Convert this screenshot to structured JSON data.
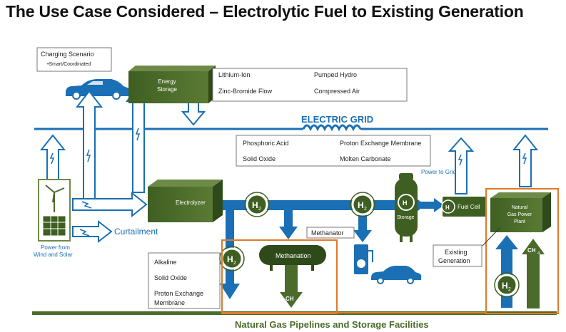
{
  "title": "The Use Case Considered – Electrolytic Fuel to Existing Generation",
  "charging": {
    "label": "Charging Scenario",
    "sub": "•Smart/Coordinated"
  },
  "energy_storage": {
    "line1": "Energy",
    "line2": "Storage"
  },
  "storage_options": [
    "Lithium-Ion",
    "Pumped Hydro",
    "Zinc-Bromide Flow",
    "Compressed Air"
  ],
  "electric_grid": "ELECTRIC GRID",
  "fuel_cell_types": [
    "Phosphoric Acid",
    "Proton Exchange Membrane",
    "Solid Oxide",
    "Molten Carbonate"
  ],
  "power_to_grid": "Power to Grid",
  "electrolyzer": "Electrolyzer",
  "electrolyzer_types": [
    "Alkaline",
    "Solid Oxide",
    "Proton Exchange",
    "Membrane"
  ],
  "curtailment": "Curtailment",
  "power_source": {
    "line1": "Power from",
    "line2": "Wind and Solar"
  },
  "h2": "H",
  "h2_sub": "2",
  "storage_tank": "Storage",
  "methanator": "Methanator",
  "methanation": "Methanation",
  "ch4": "CH",
  "ch4_sub": "4",
  "fuel_cell": "Fuel Cell",
  "gas_plant": {
    "line1": "Natural",
    "line2": "Gas Power",
    "line3": "Plant"
  },
  "existing_generation": {
    "line1": "Existing",
    "line2": "Generation"
  },
  "pipelines": "Natural Gas Pipelines and Storage Facilities",
  "colors": {
    "blue": "#1a6fb5",
    "green": "#4a6b2a",
    "orange": "#e07a2a",
    "dark_green": "#2e4a1a"
  }
}
